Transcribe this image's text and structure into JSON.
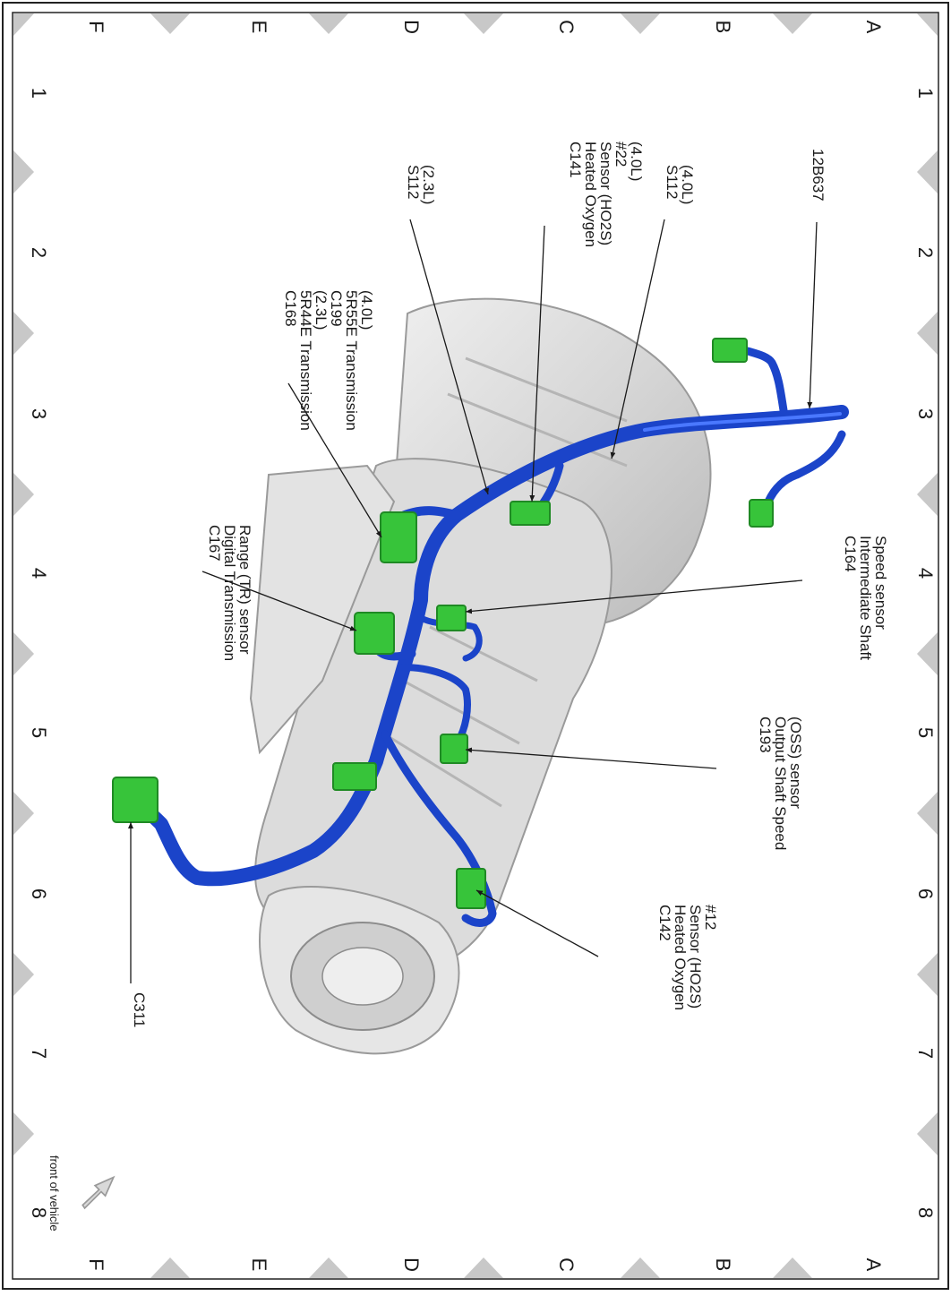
{
  "grid": {
    "columns": [
      "A",
      "B",
      "C",
      "D",
      "E",
      "F"
    ],
    "rows": [
      "1",
      "2",
      "3",
      "4",
      "5",
      "6",
      "7",
      "8"
    ]
  },
  "colors": {
    "harness": "#1b44c9",
    "harness_highlight": "#4a78ff",
    "connector": "#37c43a",
    "connector_dark": "#1f8a24",
    "transmission": "#d9d9d9",
    "transmission_edge": "#9a9a9a",
    "frame_marker": "#c8c8c8",
    "label": "#1a1a1a"
  },
  "callouts": [
    {
      "id": "12b637",
      "lines": [
        "12B637"
      ]
    },
    {
      "id": "s112-40l",
      "lines": [
        "S112",
        "(4.0L)"
      ]
    },
    {
      "id": "c141",
      "lines": [
        "C141",
        "Heated Oxygen",
        "Sensor (HO2S)",
        "#22",
        "(4.0L)"
      ]
    },
    {
      "id": "s112-23l",
      "lines": [
        "S112",
        "(2.3L)"
      ]
    },
    {
      "id": "c168",
      "lines": [
        "C168",
        "5R44E Transmission",
        "(2.3L)",
        "C199",
        "5R55E Transmission",
        "(4.0L)"
      ]
    },
    {
      "id": "c164",
      "lines": [
        "C164",
        "Intermediate Shaft",
        "Speed sensor"
      ]
    },
    {
      "id": "c167",
      "lines": [
        "C167",
        "Digital Transmission",
        "Range (TR) sensor"
      ]
    },
    {
      "id": "c193",
      "lines": [
        "C193",
        "Output Shaft Speed",
        "(OSS) sensor"
      ]
    },
    {
      "id": "c142",
      "lines": [
        "C142",
        "Heated Oxygen",
        "Sensor (HO2S)",
        "#12"
      ]
    },
    {
      "id": "c311",
      "lines": [
        "C311"
      ]
    }
  ],
  "front_indicator": {
    "label": "front of vehicle",
    "icon": "arrow-icon"
  }
}
